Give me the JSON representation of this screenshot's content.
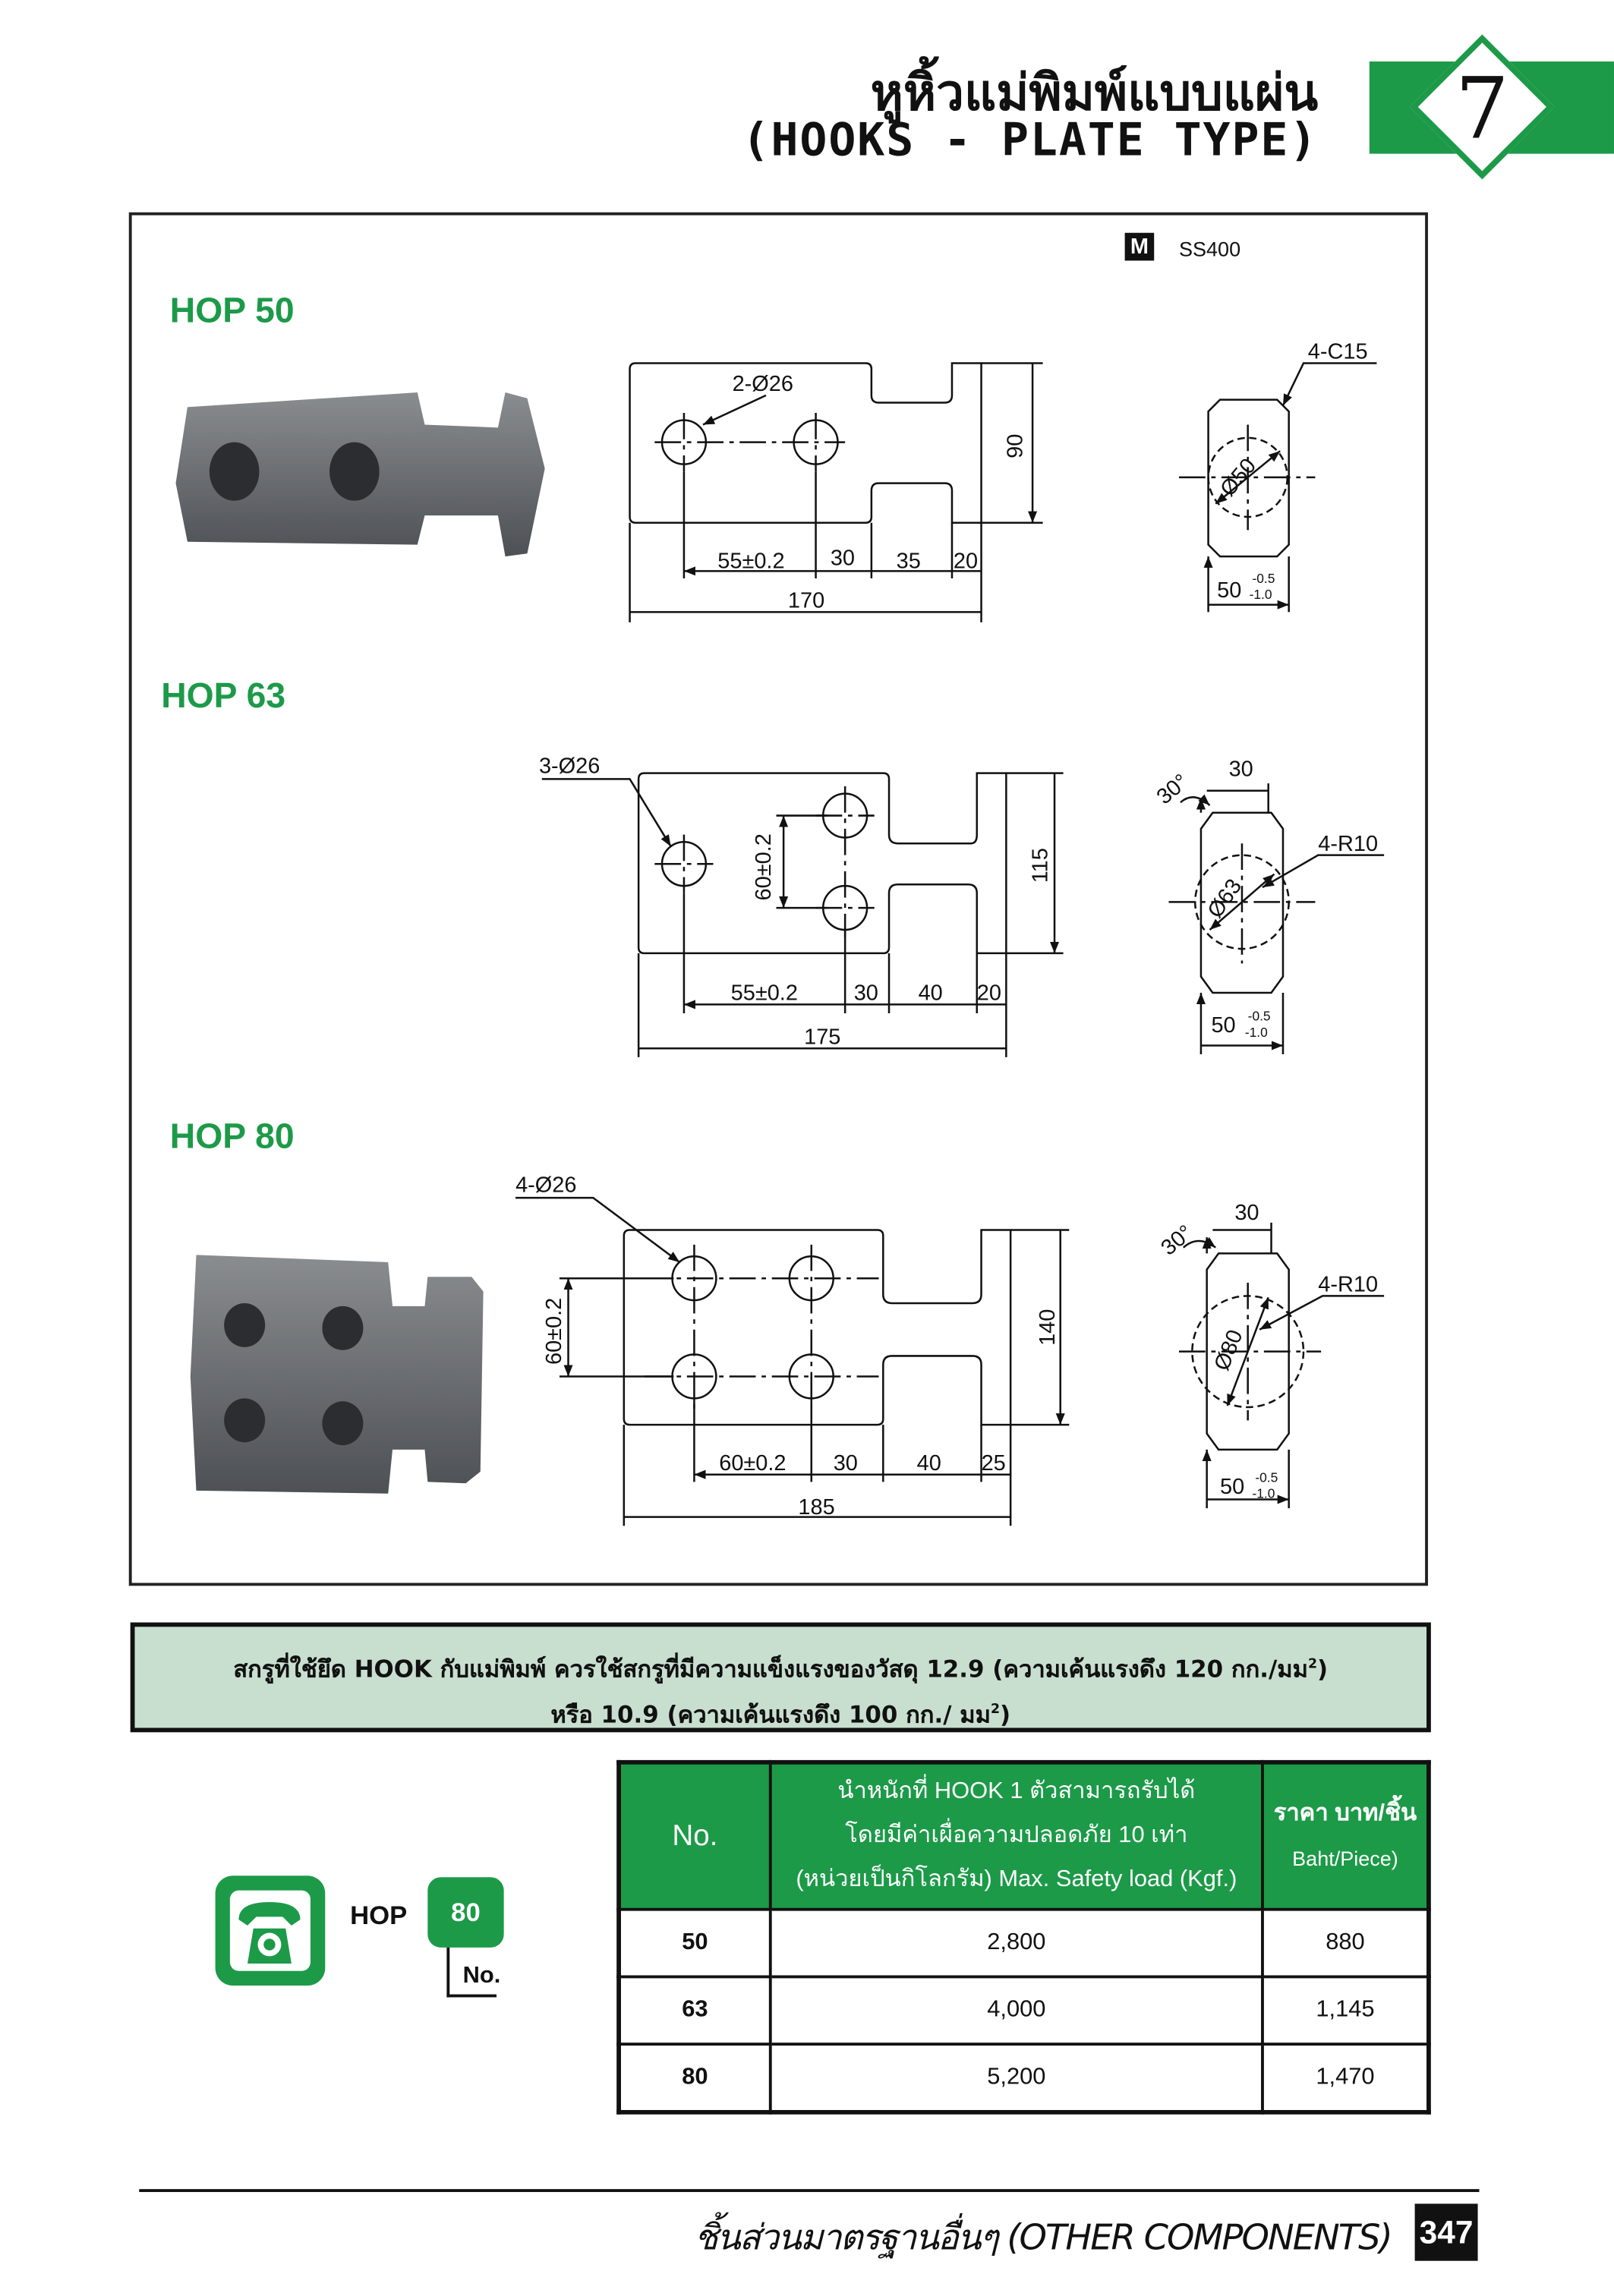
{
  "header": {
    "title_th": "หูหิ้วแม่พิมพ์แบบแผ่น",
    "title_en": "(HOOKS - PLATE TYPE)",
    "chapter": "7"
  },
  "material": {
    "badge": "M",
    "grade": "SS400"
  },
  "models": [
    {
      "name": "HOP 50",
      "hole_label": "2-Ø26",
      "dims": {
        "a": "55±0.2",
        "b": "30",
        "c": "35",
        "d": "20",
        "length": "170",
        "height": "90"
      },
      "side": {
        "chamfer": "4-C15",
        "dia": "Ø50",
        "width": "50",
        "tol_upper": "-0.5",
        "tol_lower": "-1.0"
      }
    },
    {
      "name": "HOP 63",
      "hole_label": "3-Ø26",
      "dims": {
        "pitch": "60±0.2",
        "a": "55±0.2",
        "b": "30",
        "c": "40",
        "d": "20",
        "length": "175",
        "height": "115"
      },
      "side": {
        "angle": "30°",
        "top": "30",
        "radius": "4-R10",
        "dia": "Ø63",
        "width": "50",
        "tol_upper": "-0.5",
        "tol_lower": "-1.0"
      }
    },
    {
      "name": "HOP 80",
      "hole_label": "4-Ø26",
      "dims": {
        "pitch": "60±0.2",
        "a": "60±0.2",
        "b": "30",
        "c": "40",
        "d": "25",
        "length": "185",
        "height": "140"
      },
      "side": {
        "angle": "30°",
        "top": "30",
        "radius": "4-R10",
        "dia": "Ø80",
        "width": "50",
        "tol_upper": "-0.5",
        "tol_lower": "-1.0"
      }
    }
  ],
  "note": {
    "line1": "สกรูที่ใช้ยึด HOOK กับแม่พิมพ์ ควรใช้สกรูที่มีความแข็งแรงของวัสดุ 12.9 (ความเค้นแรงดึง 120 กก./มม",
    "line2": "หรือ 10.9 (ความเค้นแรงดึง 100 กก./ มม",
    "sup": "2",
    "close": ")"
  },
  "order": {
    "icon": "phone-icon",
    "prefix": "HOP",
    "size": "80",
    "no_label": "No."
  },
  "table": {
    "headers": {
      "no": "No.",
      "load_1": "นำหนักที่ HOOK 1 ตัวสามารถรับได้",
      "load_2": "โดยมีค่าเผื่อความปลอดภัย 10 เท่า",
      "load_3": "(หน่วยเป็นกิโลกรัม) Max. Safety load (Kgf.)",
      "price_1": "ราคา บาท/ชิ้น",
      "price_2": "Baht/Piece)"
    },
    "rows": [
      {
        "no": "50",
        "load": "2,800",
        "price": "880"
      },
      {
        "no": "63",
        "load": "4,000",
        "price": "1,145"
      },
      {
        "no": "80",
        "load": "5,200",
        "price": "1,470"
      }
    ]
  },
  "footer": {
    "section": "ชิ้นส่วนมาตรฐานอื่นๆ (OTHER COMPONENTS)",
    "page": "347"
  },
  "colors": {
    "brand_green": "#1c9a48",
    "note_bg": "#c8dfd0"
  }
}
